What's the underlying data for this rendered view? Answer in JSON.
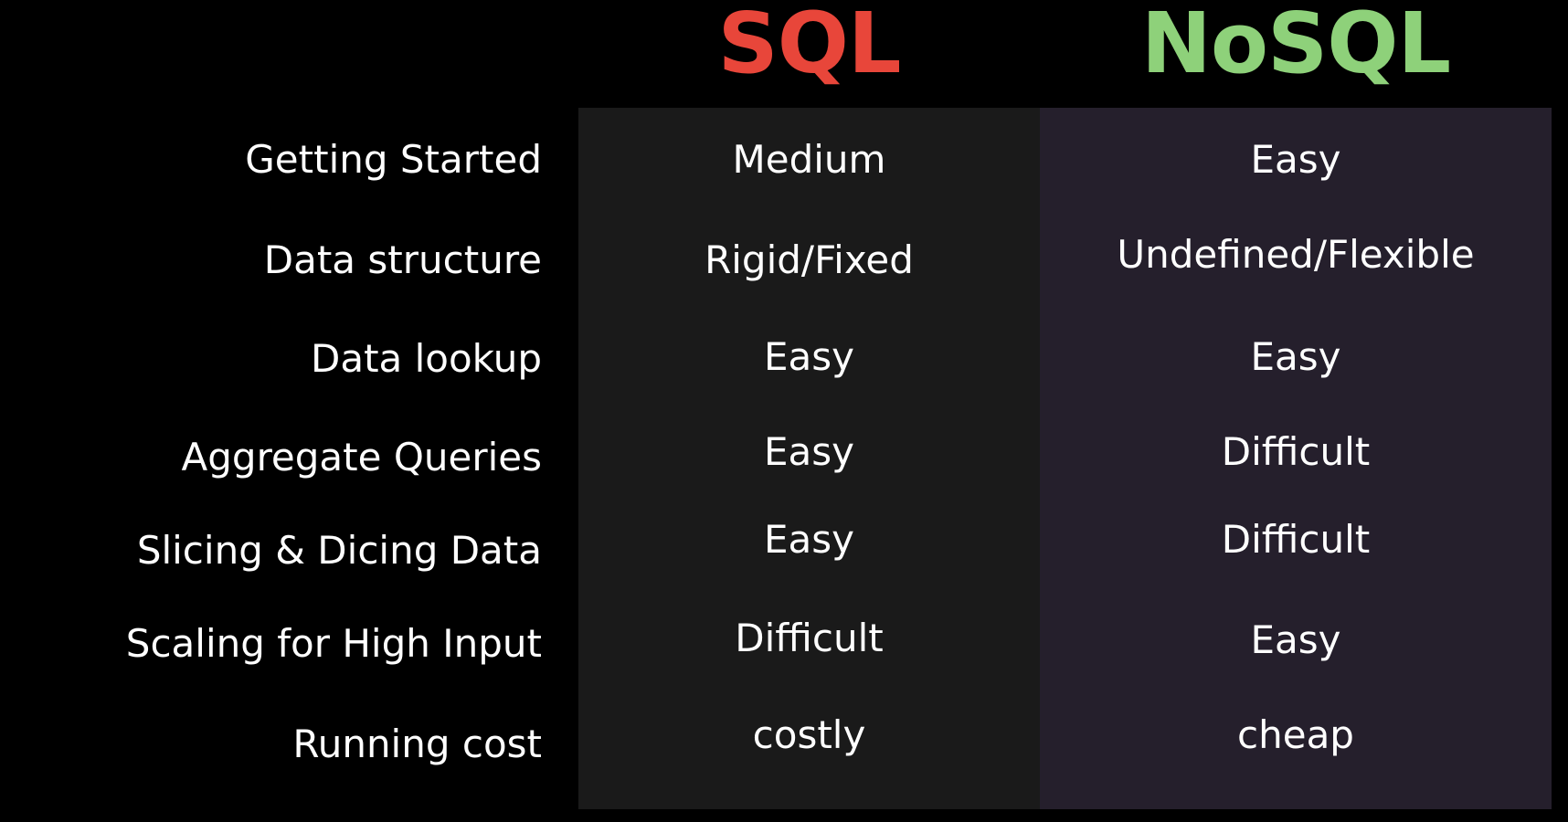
{
  "columns": {
    "sql": {
      "title": "SQL",
      "color": "#e8463a",
      "panel_color": "#1a1a1a"
    },
    "nosql": {
      "title": "NoSQL",
      "color": "#8ed17a",
      "panel_color": "#251f2c"
    }
  },
  "rows": [
    {
      "label": "Getting Started",
      "sql": "Medium",
      "nosql": "Easy"
    },
    {
      "label": "Data structure",
      "sql": "Rigid/Fixed",
      "nosql": "Undefined/Flexible"
    },
    {
      "label": "Data lookup",
      "sql": "Easy",
      "nosql": "Easy"
    },
    {
      "label": "Aggregate Queries",
      "sql": "Easy",
      "nosql": "Difficult"
    },
    {
      "label": "Slicing & Dicing Data",
      "sql": "Easy",
      "nosql": "Difficult"
    },
    {
      "label": "Scaling for High Input",
      "sql": "Difficult",
      "nosql": "Easy"
    },
    {
      "label": "Running cost",
      "sql": "costly",
      "nosql": "cheap"
    }
  ]
}
